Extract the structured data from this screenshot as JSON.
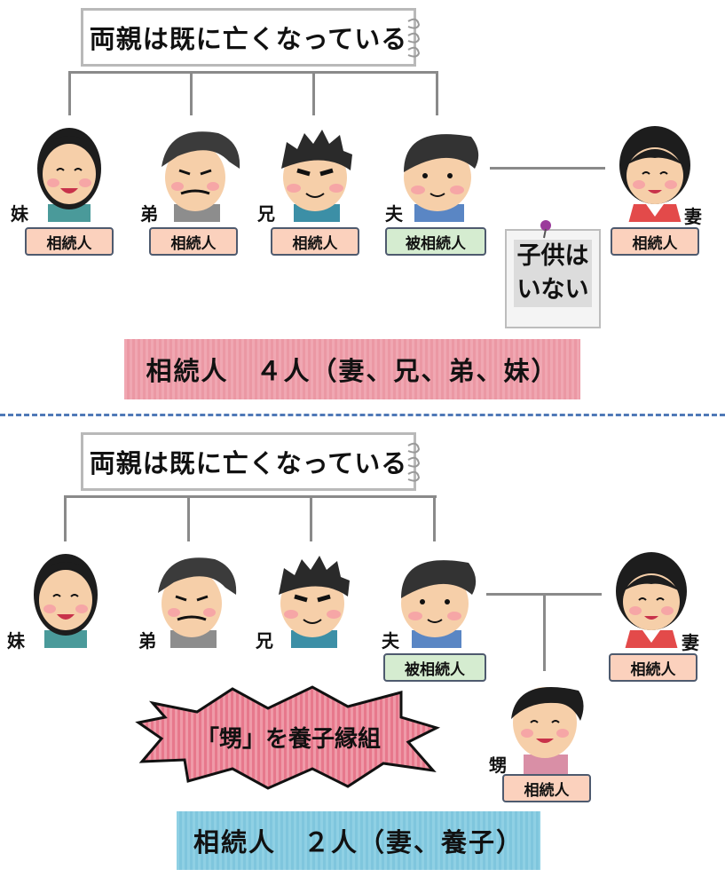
{
  "top": {
    "header": "両親は既に亡くなっている",
    "people": [
      {
        "relation": "妹",
        "tag": "相続人"
      },
      {
        "relation": "弟",
        "tag": "相続人"
      },
      {
        "relation": "兄",
        "tag": "相続人"
      },
      {
        "relation": "夫",
        "tag": "被相続人"
      },
      {
        "relation": "妻",
        "tag": "相続人"
      }
    ],
    "memo": "子供は\nいない",
    "summary": "相続人　４人（妻、兄、弟、妹）"
  },
  "bottom": {
    "header": "両親は既に亡くなっている",
    "people": [
      {
        "relation": "妹"
      },
      {
        "relation": "弟"
      },
      {
        "relation": "兄"
      },
      {
        "relation": "夫",
        "tag": "被相続人"
      },
      {
        "relation": "妻",
        "tag": "相続人"
      },
      {
        "relation": "甥",
        "tag": "相続人"
      }
    ],
    "burst": "「甥」を養子縁組",
    "summary": "相続人　２人（妻、養子）"
  },
  "colors": {
    "heir_tag": "#fbd1bd",
    "decedent_tag": "#d5ecd0",
    "summary_top": "#eea0ab",
    "summary_bottom": "#86cbe0",
    "divider": "#4f79b7"
  }
}
